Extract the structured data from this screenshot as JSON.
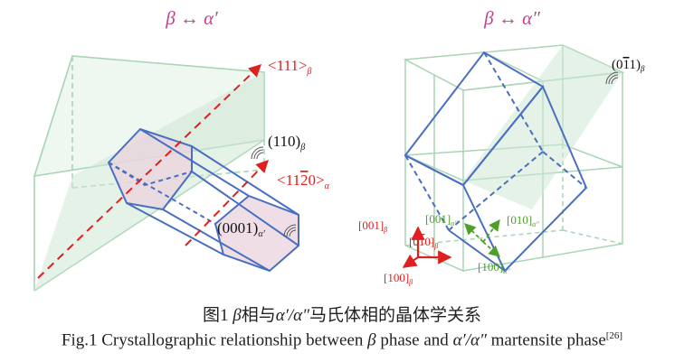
{
  "left_panel": {
    "title": "β ↔ α′",
    "dir_111": "<111>",
    "dir_111_sub": "β",
    "plane_110": "(110)",
    "plane_110_sub": "β",
    "dir_1120_pre": "<11",
    "dir_1120_bar": "2",
    "dir_1120_post": "0>",
    "dir_1120_sub": "α",
    "plane_0001": "(0001)",
    "plane_0001_sub": "α′"
  },
  "right_panel": {
    "title": "β ↔ α″",
    "plane_011_pre": "(0",
    "plane_011_bar": "1",
    "plane_011_post": "1)",
    "plane_011_sub": "β",
    "axis_001_beta": "[001]",
    "axis_001_beta_sub": "β",
    "axis_010_beta_pre": "[0",
    "axis_010_beta_bar": "1",
    "axis_010_beta_post": "0]",
    "axis_010_beta_sub": "β",
    "axis_100_beta": "[100]",
    "axis_100_beta_sub": "β",
    "axis_001_alpha": "[001]",
    "axis_001_alpha_sub": "α″",
    "axis_010_alpha": "[010]",
    "axis_010_alpha_sub": "α″",
    "axis_100_alpha": "[100]",
    "axis_100_alpha_sub": "α″"
  },
  "caption": {
    "cn_prefix": "图1 ",
    "cn_beta": "β",
    "cn_mid": "相与",
    "cn_alpha": "α′/α″",
    "cn_suffix": "马氏体相的晶体学关系",
    "en_prefix": "Fig.1  Crystallographic relationship between ",
    "en_beta": "β",
    "en_mid": " phase and ",
    "en_alpha": "α′/α″",
    "en_suffix": " martensite phase",
    "en_ref": "[26]"
  },
  "colors": {
    "title": "#c0428f",
    "red_dir": "#e02020",
    "green_dir": "#4ea02a",
    "crystal_blue": "#4a6fc0",
    "cube_green": "#a9d4b6",
    "plane_fill": "#cfe8d6",
    "hex_fill": "#ead3dd"
  }
}
